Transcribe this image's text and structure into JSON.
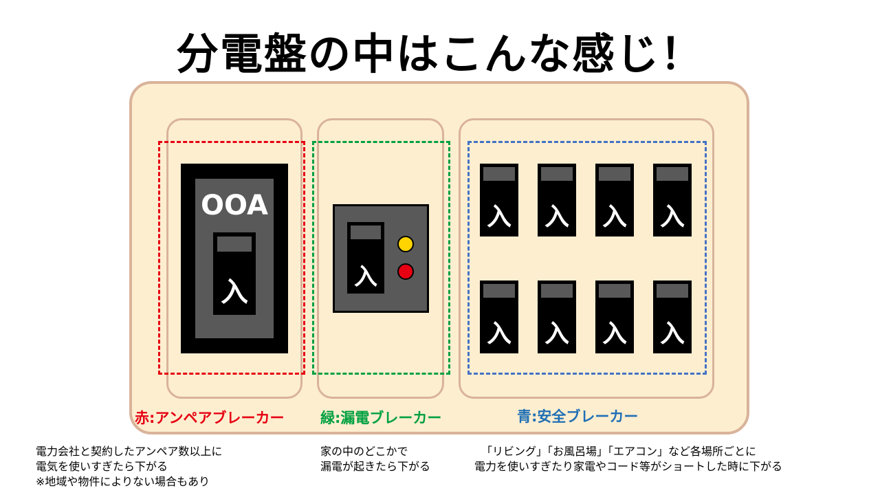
{
  "title": "分電盤の中はこんな感じ！",
  "main_breaker": {
    "rating": "OOA",
    "switch_label": "入"
  },
  "earth_leakage_breaker": {
    "switch_label": "入"
  },
  "safety_breakers": {
    "switch_label": "入",
    "count": 8
  },
  "labels": {
    "red": "赤:アンペアブレーカー",
    "green": "緑:漏電ブレーカー",
    "blue": "青:安全ブレーカー"
  },
  "notes": {
    "ampere": [
      "電力会社と契約したアンペア数以上に",
      "電気を使いすぎたら下がる",
      "※地域や物件によりない場合もあり"
    ],
    "leakage": [
      "家の中のどこかで",
      "漏電が起きたら下がる"
    ],
    "safety": [
      "「リビング」「お風呂場」「エアコン」など各場所ごとに",
      "電力を使いすぎたり家電やコード等がショートした時に下がる"
    ]
  },
  "colors": {
    "red": "#e60012",
    "green": "#00a040",
    "blue": "#1f6fb5",
    "lamp_yellow": "#ffd400",
    "lamp_red": "#e60012"
  }
}
